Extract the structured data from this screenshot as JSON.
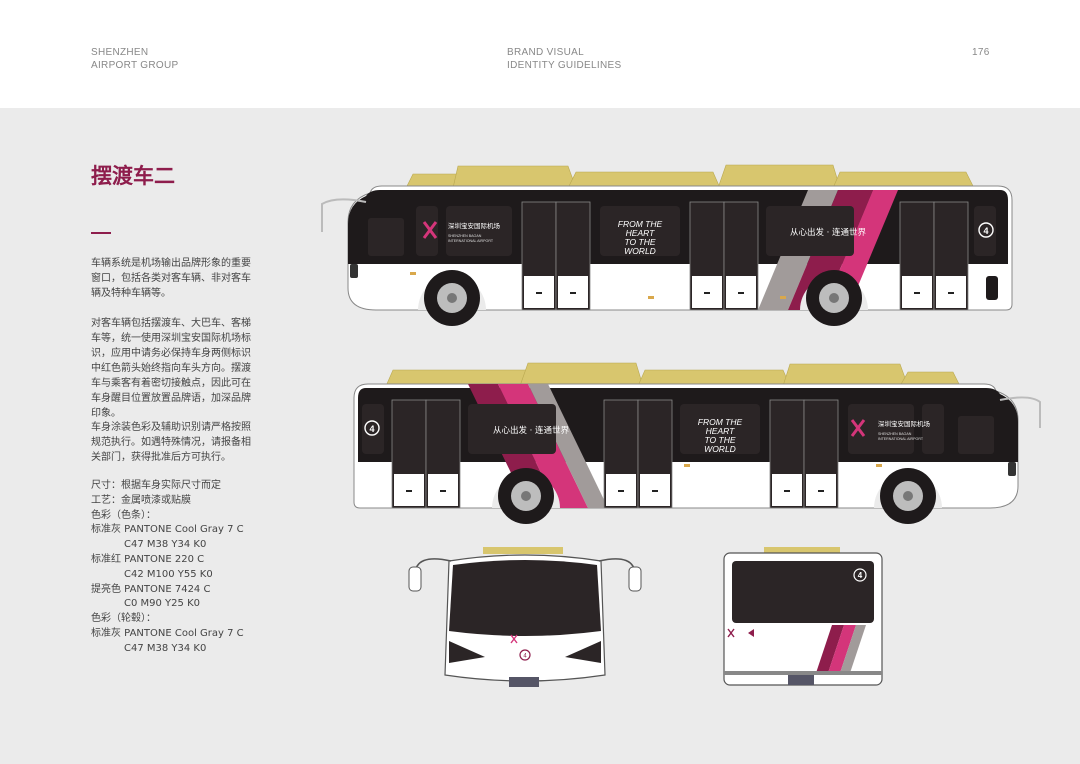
{
  "header": {
    "org_line1": "SHENZHEN",
    "org_line2": "AIRPORT GROUP",
    "doc_line1": "BRAND VISUAL",
    "doc_line2": "IDENTITY GUIDELINES",
    "page_number": "176"
  },
  "section": {
    "title": "摆渡车二",
    "paragraph1": "车辆系统是机场输出品牌形象的重要窗口，包括各类对客车辆、非对客车辆及特种车辆等。",
    "paragraph2": "对客车辆包括摆渡车、大巴车、客梯车等，统一使用深圳宝安国际机场标识，应用中请务必保持车身两侧标识中红色箭头始终指向车头方向。摆渡车与乘客有着密切接触点，因此可在车身醒目位置放置品牌语，加深品牌印象。",
    "paragraph3": "车身涂装色彩及辅助识别请严格按照规范执行。如遇特殊情况，请报备相关部门，获得批准后方可执行。"
  },
  "specs": [
    {
      "text": "尺寸：根据车身实际尺寸而定",
      "indent": false
    },
    {
      "text": "工艺：金属喷漆或贴膜",
      "indent": false
    },
    {
      "text": "色彩（色条）：",
      "indent": false
    },
    {
      "text": "标准灰 PANTONE Cool Gray 7 C",
      "indent": false
    },
    {
      "text": "C47 M38 Y34 K0",
      "indent": true
    },
    {
      "text": "标准红 PANTONE 220 C",
      "indent": false
    },
    {
      "text": "C42 M100 Y55 K0",
      "indent": true
    },
    {
      "text": "提亮色 PANTONE 7424 C",
      "indent": false
    },
    {
      "text": "C0 M90 Y25 K0",
      "indent": true
    },
    {
      "text": "色彩（轮毂）：",
      "indent": false
    },
    {
      "text": "标准灰 PANTONE Cool Gray 7 C",
      "indent": false
    },
    {
      "text": "C47 M38 Y34 K0",
      "indent": true
    }
  ],
  "bus": {
    "route_number": "4",
    "logo_cn": "深圳宝安国际机场",
    "logo_en_line1": "SHENZHEN BAOAN",
    "logo_en_line2": "INTERNATIONAL AIRPORT",
    "slogan_en": [
      "FROM THE",
      "HEART",
      "TO THE",
      "WORLD"
    ],
    "slogan_cn": "从心出发 · 连通世界"
  },
  "colors": {
    "brand_red": "#8e1d4c",
    "highlight_pink": "#d4357a",
    "cool_gray": "#a19b9a",
    "roof_gold": "#d8c66e",
    "window_dark": "#2b2526"
  }
}
